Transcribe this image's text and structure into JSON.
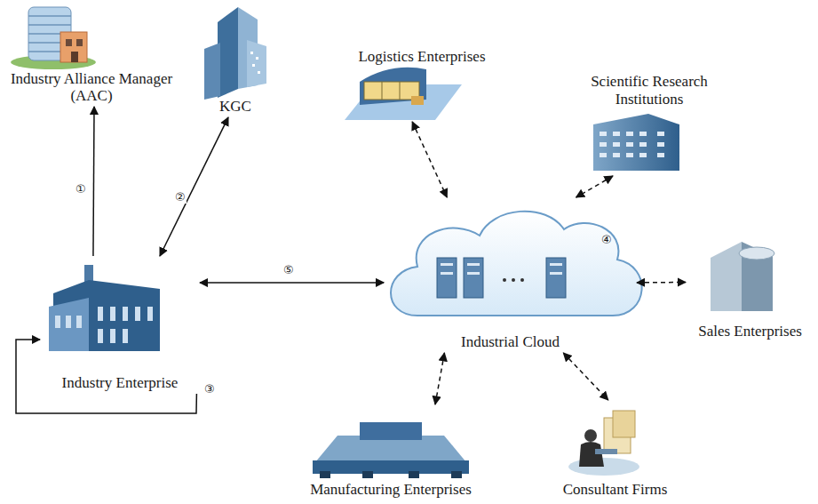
{
  "diagram": {
    "nodes": [
      {
        "text": [
          "Industry Alliance Manager (AAC)"
        ]
      },
      {
        "text": [
          "KGC"
        ]
      },
      {
        "text": [
          "Logistics Enterprises"
        ]
      },
      {
        "text": [
          "Scientific Research Institutions"
        ]
      },
      {
        "text": [
          "Industrial Cloud"
        ]
      },
      {
        "text": [
          "Sales Enterprises"
        ]
      },
      {
        "text": [
          "Industry Enterprise"
        ]
      },
      {
        "text": [
          "Manufacturing Enterprises"
        ]
      },
      {
        "text": [
          "Consultant Firms"
        ]
      }
    ],
    "edges": [
      {
        "from": 6,
        "to": 0,
        "arrow": "to",
        "label": "①"
      },
      {
        "from": 6,
        "to": 1,
        "arrow": "both",
        "label": "②"
      },
      {
        "from": 6,
        "to": 6,
        "arrow": "to",
        "label": "③"
      },
      {
        "from": 6,
        "to": 4,
        "arrow": "both",
        "label": "⑤"
      },
      {
        "from": 2,
        "to": 4,
        "arrow": "both"
      },
      {
        "from": 3,
        "to": 4,
        "arrow": "both"
      },
      {
        "from": 4,
        "to": 5,
        "arrow": "both"
      },
      {
        "from": 4,
        "to": 7,
        "arrow": "both"
      },
      {
        "from": 4,
        "to": 8,
        "arrow": "both"
      }
    ],
    "labels": [
      "④"
    ]
  }
}
